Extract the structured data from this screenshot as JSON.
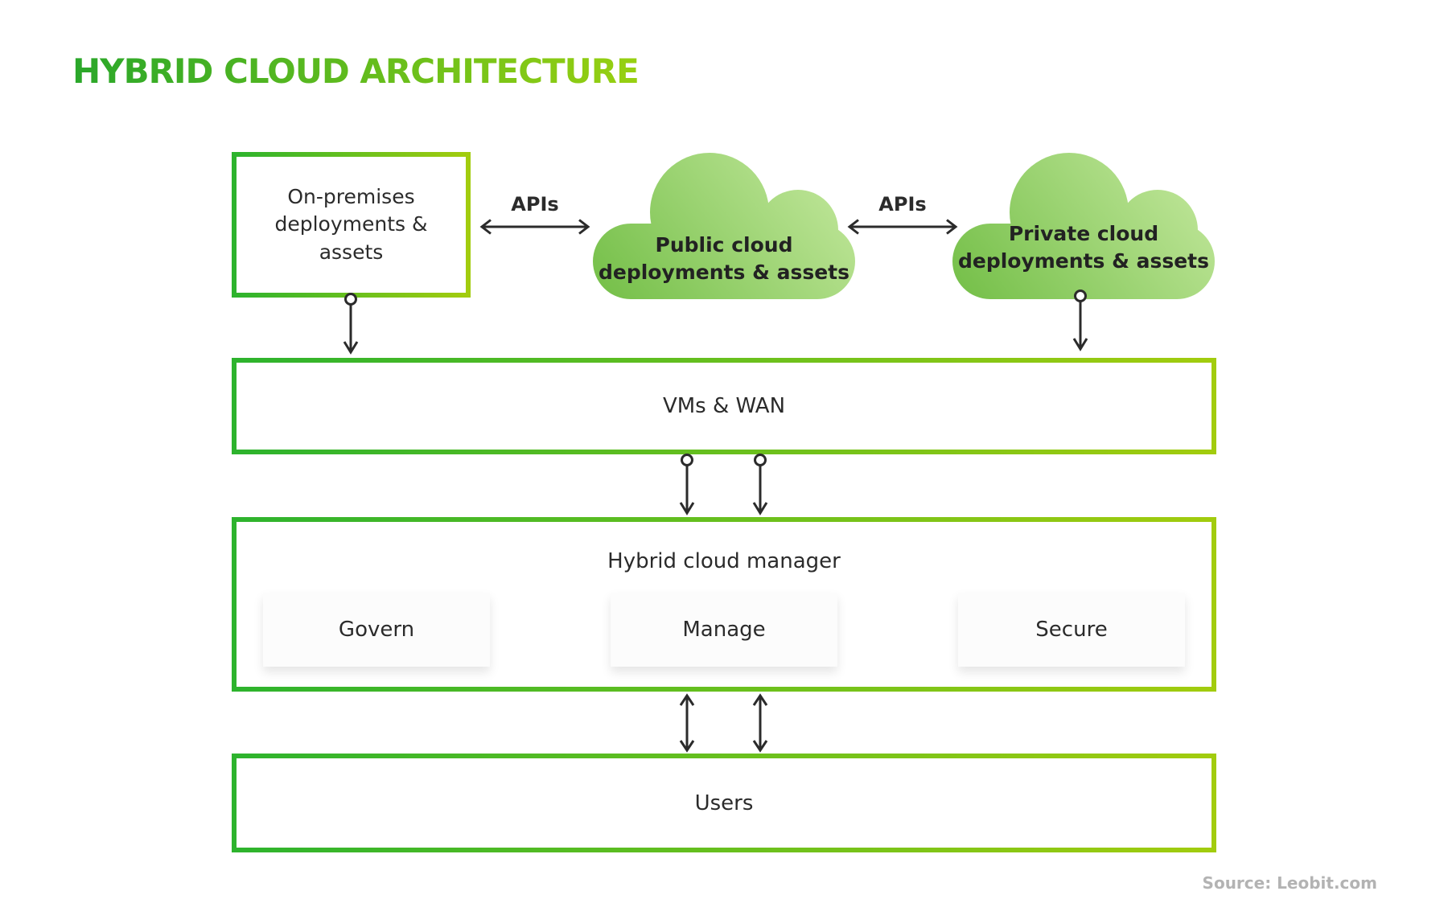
{
  "title": "HYBRID CLOUD ARCHITECTURE",
  "colors": {
    "border_green": "#2db32d",
    "border_yellow_green": "#a2cc0e",
    "title_start": "#2aa72a",
    "title_end": "#98d011",
    "cloud_light": "#c4e89e",
    "cloud_dark": "#76c04a",
    "arrow_dark": "#2b2b2b",
    "source_gray": "#b3b3b3"
  },
  "nodes": {
    "on_premises": {
      "label": "On-premises deployments & assets"
    },
    "public_cloud": {
      "line1": "Public cloud",
      "line2": "deployments & assets"
    },
    "private_cloud": {
      "line1": "Private cloud",
      "line2": "deployments & assets"
    },
    "vms_wan": {
      "label": "VMs & WAN"
    },
    "manager": {
      "label": "Hybrid cloud manager",
      "boxes": [
        "Govern",
        "Manage",
        "Secure"
      ]
    },
    "users": {
      "label": "Users"
    }
  },
  "connections": {
    "api_label": "APIs"
  },
  "source": "Source: Leobit.com"
}
